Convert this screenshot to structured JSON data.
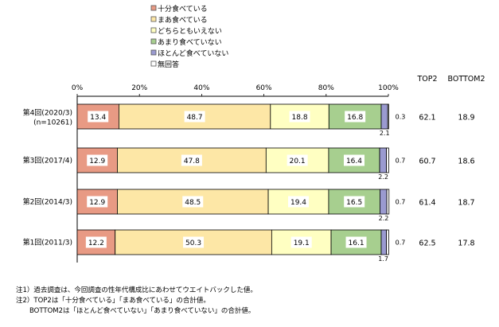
{
  "chart_data": {
    "type": "bar",
    "orientation": "horizontal",
    "stacked": "percent",
    "xlim": [
      0,
      100
    ],
    "x_ticks": [
      "0%",
      "20%",
      "40%",
      "60%",
      "80%",
      "100%"
    ],
    "legend_position": "top",
    "categories": [
      {
        "label": "第4回(2020/3)",
        "sublabel": "(n=10261)"
      },
      {
        "label": "第3回(2017/4)"
      },
      {
        "label": "第2回(2014/3)"
      },
      {
        "label": "第1回(2011/3)"
      }
    ],
    "series": [
      {
        "name": "十分食べている",
        "color": "#e89a84",
        "values": [
          13.4,
          12.9,
          12.9,
          12.2
        ]
      },
      {
        "name": "まあ食べている",
        "color": "#fde7a6",
        "values": [
          48.7,
          47.8,
          48.5,
          50.3
        ]
      },
      {
        "name": "どちらともいえない",
        "color": "#ffffc2",
        "values": [
          18.8,
          20.1,
          19.4,
          19.1
        ]
      },
      {
        "name": "あまり食べていない",
        "color": "#a7cf8f",
        "values": [
          16.8,
          16.4,
          16.5,
          16.1
        ]
      },
      {
        "name": "ほとんど食べていない",
        "color": "#9a9ad0",
        "values": [
          2.1,
          2.2,
          2.2,
          1.7
        ]
      },
      {
        "name": "無回答",
        "color": "#ffffff",
        "values": [
          0.3,
          0.7,
          0.7,
          0.7
        ]
      }
    ],
    "summary_columns": {
      "headers": [
        "TOP2",
        "BOTTOM2"
      ],
      "values": [
        [
          "62.1",
          "18.9"
        ],
        [
          "60.7",
          "18.6"
        ],
        [
          "61.4",
          "18.7"
        ],
        [
          "62.5",
          "17.8"
        ]
      ]
    }
  },
  "notes": [
    "注1）過去調査は、今回調査の性年代構成比にあわせてウエイトバックした値。",
    "注2）TOP2は「十分食べている」「まあ食べている」の合計値。",
    "BOTTOM2は「ほとんど食べていない」「あまり食べていない」の合計値。"
  ]
}
